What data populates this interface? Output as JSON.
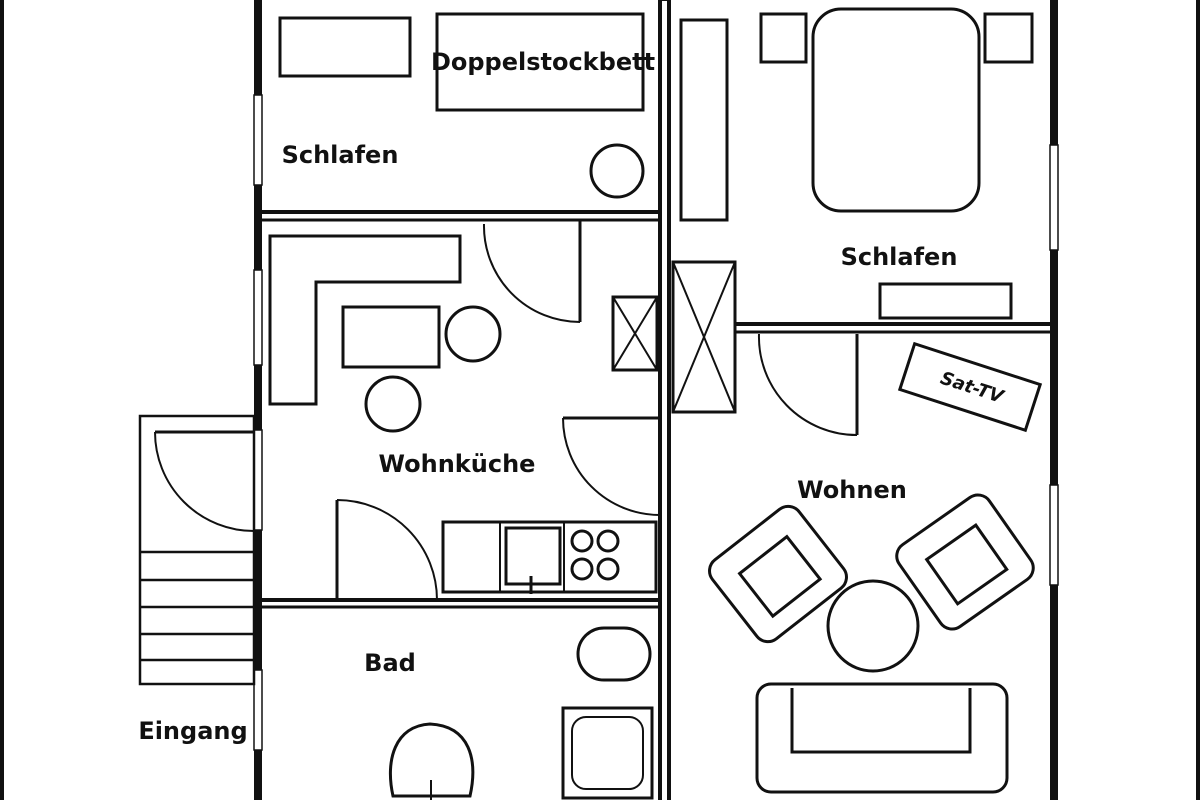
{
  "rooms": {
    "bunk_bed": "Doppelstockbett",
    "bedroom_left": "Schlafen",
    "bedroom_right": "Schlafen",
    "kitchen_living": "Wohnküche",
    "living": "Wohnen",
    "sat_tv": "Sat-TV",
    "bath": "Bad",
    "entrance": "Eingang"
  }
}
